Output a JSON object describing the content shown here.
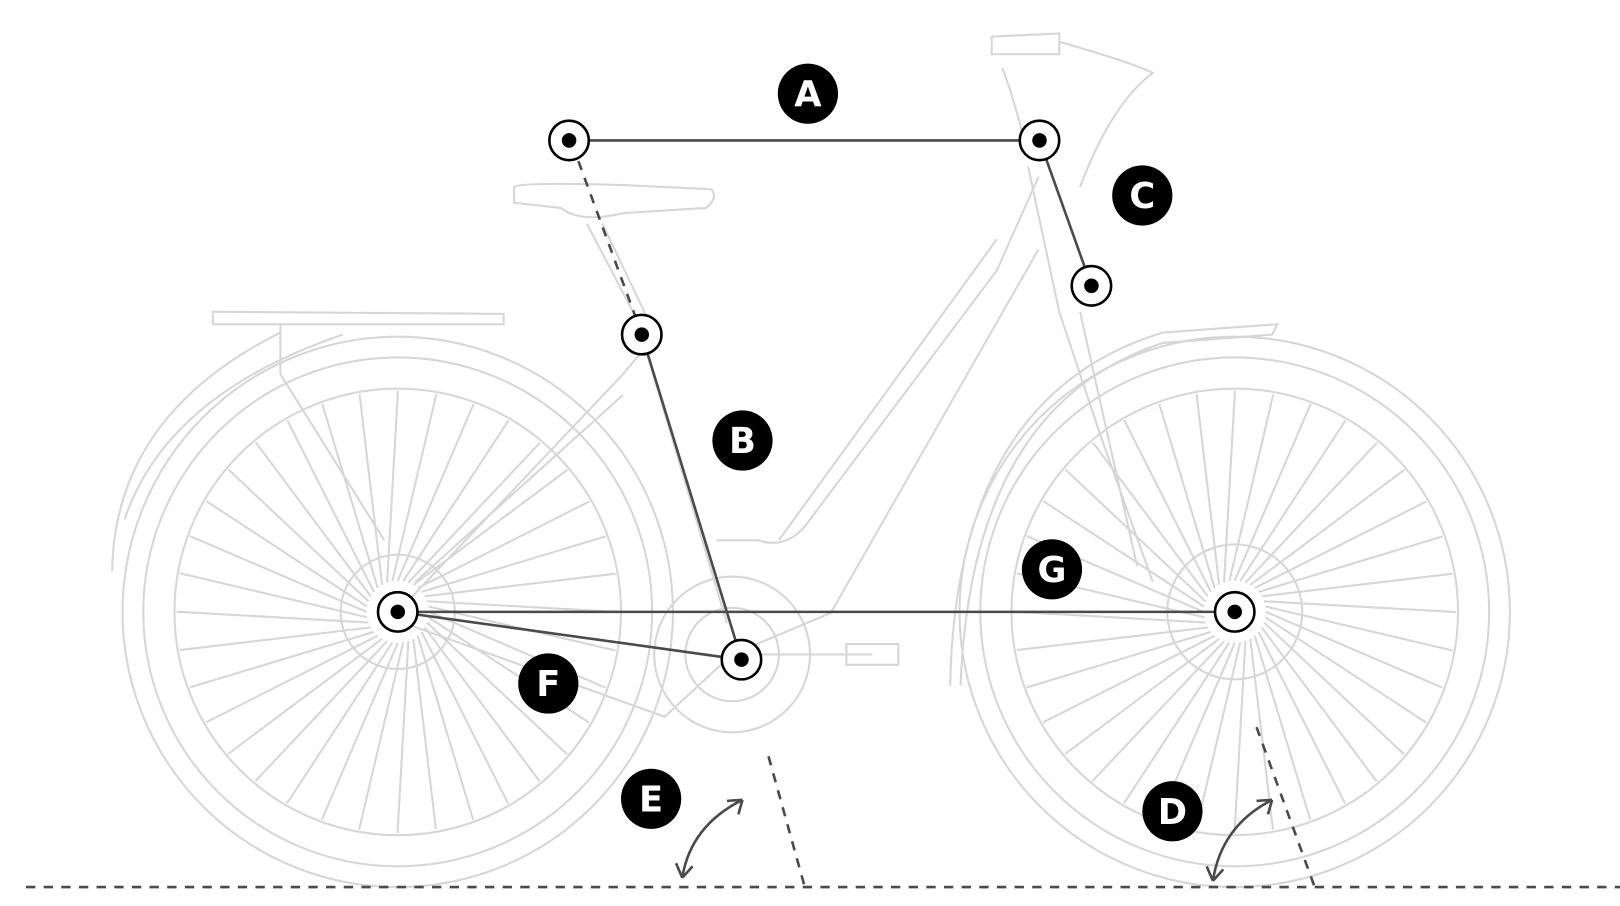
{
  "diagram": {
    "labels": [
      "A",
      "B",
      "C",
      "D",
      "E",
      "F",
      "G"
    ],
    "colors": {
      "outline": "#d6d6d6",
      "measure": "#4a4a4a",
      "label_bg": "#000000",
      "label_text": "#ffffff"
    }
  }
}
